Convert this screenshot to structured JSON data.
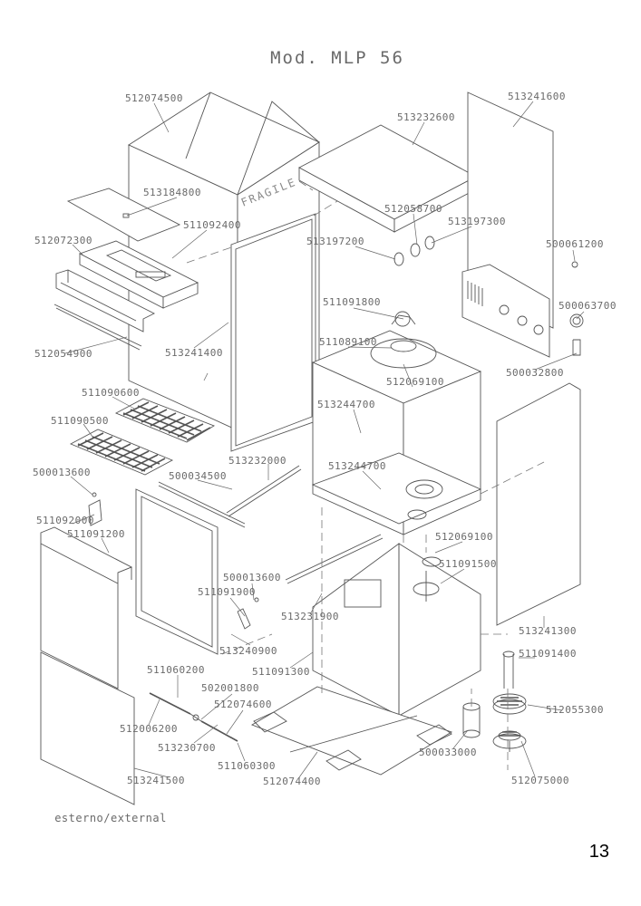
{
  "title": "Mod. MLP 56",
  "footer_label": "esterno/external",
  "page_number": "13",
  "box_text": "FRAGILE",
  "part_numbers": [
    "512074500",
    "513184800",
    "511092400",
    "512072300",
    "512054900",
    "513232600",
    "513241600",
    "512058700",
    "513197300",
    "513197200",
    "500061200",
    "511091800",
    "511089100",
    "500063700",
    "512069100",
    "500032800",
    "513241400",
    "511090600",
    "511090500",
    "513244700",
    "500013600",
    "500034500",
    "513232000",
    "511092000",
    "511091200",
    "513244700",
    "512069100",
    "511091500",
    "500013600",
    "511091900",
    "513231900",
    "513240900",
    "511091300",
    "513241300",
    "511060200",
    "502001800",
    "512074600",
    "511091400",
    "512006200",
    "513230700",
    "511060300",
    "512074400",
    "500033000",
    "512055300",
    "513241500",
    "512075000"
  ]
}
